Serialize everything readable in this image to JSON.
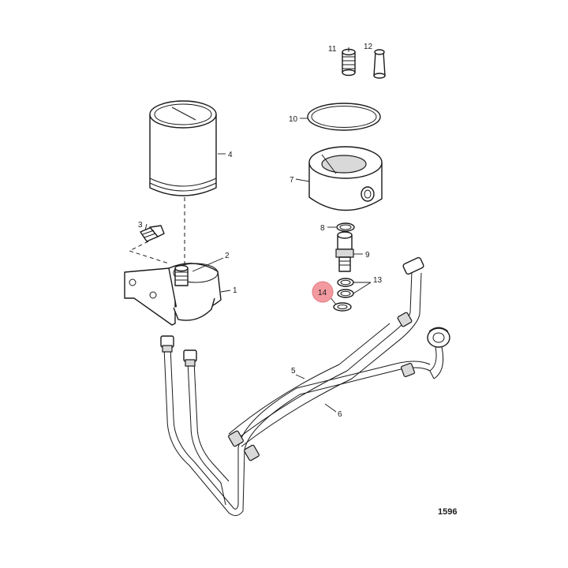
{
  "figure_number": "1596",
  "highlight_color": "#f29aa0",
  "callouts": [
    {
      "id": "c1",
      "label": "1"
    },
    {
      "id": "c2",
      "label": "2"
    },
    {
      "id": "c3",
      "label": "3"
    },
    {
      "id": "c4",
      "label": "4"
    },
    {
      "id": "c5",
      "label": "5"
    },
    {
      "id": "c6",
      "label": "6"
    },
    {
      "id": "c7",
      "label": "7"
    },
    {
      "id": "c8",
      "label": "8"
    },
    {
      "id": "c9",
      "label": "9"
    },
    {
      "id": "c10",
      "label": "10"
    },
    {
      "id": "c11",
      "label": "11"
    },
    {
      "id": "c12",
      "label": "12"
    },
    {
      "id": "c13",
      "label": "13"
    },
    {
      "id": "c14",
      "label": "14",
      "highlighted": true
    }
  ]
}
